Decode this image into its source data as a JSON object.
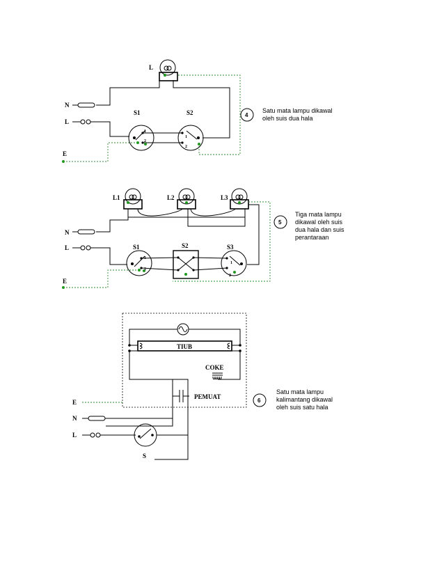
{
  "colors": {
    "wire": "#000000",
    "earth": "#2f8a2f",
    "terminal": "#1f9a1f"
  },
  "diagram1": {
    "lamp": "L",
    "phase_neutral": "N",
    "phase_live": "L",
    "earth": "E",
    "switch1": "S1",
    "switch2": "S2",
    "t1a": "1",
    "t1b": "2",
    "t2a": "1",
    "t2b": "2",
    "number": "4",
    "caption": [
      "Satu mata lampu dikawal",
      "oleh suis dua hala"
    ]
  },
  "diagram2": {
    "lamp1": "L1",
    "lamp2": "L2",
    "lamp3": "L3",
    "phase_neutral": "N",
    "phase_live": "L",
    "earth": "E",
    "switch1": "S1",
    "switch2": "S2",
    "switch3": "S3",
    "t1a": "1",
    "t1b": "2",
    "t3a": "1",
    "t3b": "2",
    "number": "5",
    "caption": [
      "Tiga mata lampu",
      "dikawal oleh suis",
      "dua hala dan suis",
      "perantaraan"
    ]
  },
  "diagram3": {
    "tube": "TIUB",
    "choke": "COKE",
    "capacitor": "PEMUAT",
    "earth": "E",
    "phase_neutral": "N",
    "phase_live": "L",
    "switch": "S",
    "number": "6",
    "caption": [
      "Satu mata lampu",
      "kalimantang dikawal",
      "oleh suis satu hala"
    ]
  }
}
